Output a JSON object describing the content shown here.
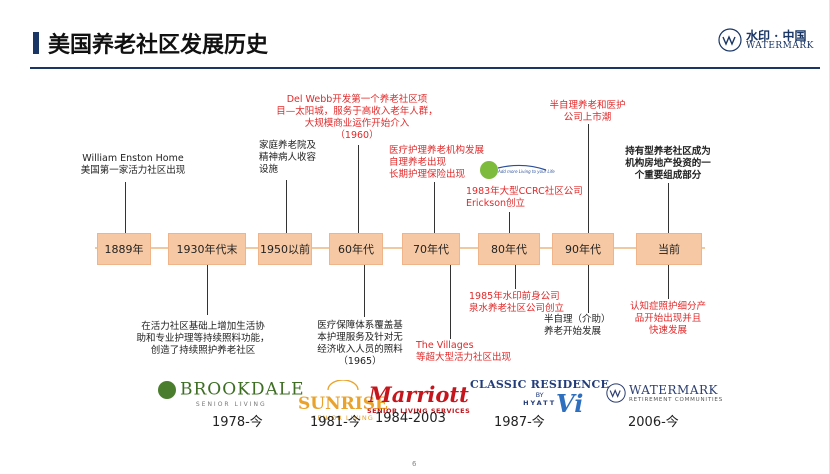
{
  "header": {
    "title": "美国养老社区发展历史"
  },
  "brand": {
    "cn": "水印 · 中国",
    "en": "WATERMARK"
  },
  "timeline": [
    {
      "label": "1889年"
    },
    {
      "label": "1930年代末"
    },
    {
      "label": "1950以前"
    },
    {
      "label": "60年代"
    },
    {
      "label": "70年代"
    },
    {
      "label": "80年代"
    },
    {
      "label": "90年代"
    },
    {
      "label": "当前"
    }
  ],
  "events": {
    "e1889": [
      "William Enston  Home",
      "美国第一家活力社区出现"
    ],
    "e1930": [
      "在活力社区基础上增加生活协",
      "助和专业护理等持续照料功能，",
      "创造了持续照护养老社区"
    ],
    "e1950": [
      "家庭养老院及",
      "精神病人收容",
      "设施"
    ],
    "e60_top": [
      "Del Webb开发第一个养老社区项",
      "目—太阳城，服务于高收入老年人群，",
      "大规模商业运作开始介入",
      "（1960）"
    ],
    "e60_bottom": [
      "医疗保障体系覆盖基",
      "本护理服务及针对无",
      "经济收入人员的照料",
      "（1965）"
    ],
    "e70_top": [
      "医疗护理养老机构发展",
      "自理养老出现",
      "长期护理保险出现"
    ],
    "e70_bottom": [
      "The Villages",
      "等超大型活力社区出现"
    ],
    "e80_top": [
      "1983年大型CCRC社区公司",
      "Erickson创立"
    ],
    "e80_bottom": [
      "1985年水印前身公司",
      "泉水养老社区公司创立"
    ],
    "e90_top": [
      "半自理养老和医护",
      "公司上市潮"
    ],
    "e90_bottom": [
      "半自理（介助）",
      "养老开始发展"
    ],
    "now_top": [
      "持有型养老社区成为",
      "机构房地产投资的一",
      "个重要组成部分"
    ],
    "now_bottom": [
      "认知症照护细分产",
      "品开始出现并且",
      "快速发展"
    ]
  },
  "erickson_logo": {
    "text": "Add more Living to your Life"
  },
  "logos": {
    "brookdale": {
      "name": "BROOKDALE",
      "sub": "SENIOR LIVING"
    },
    "sunrise": {
      "name": "SUNRISE",
      "sub": "SENIOR LIVING"
    },
    "marriott": {
      "name": "Marriott",
      "sub": "SENIOR LIVING SERVICES"
    },
    "classic": {
      "name": "CLASSIC RESIDENCE",
      "by": "BY",
      "hyatt": "HYATT"
    },
    "vi": {
      "name": "Vi"
    },
    "watermark": {
      "name": "WATERMARK",
      "sub": "RETIREMENT COMMUNITIES"
    }
  },
  "years": {
    "brookdale": "1978-今",
    "sunrise": "1981-今",
    "marriott": "1984-2003",
    "classic": "1987-今",
    "watermark": "2006-今"
  },
  "page_number": "6",
  "colors": {
    "accent": "#1a3665",
    "box": "#f6c8a3",
    "red": "#e0292a"
  }
}
